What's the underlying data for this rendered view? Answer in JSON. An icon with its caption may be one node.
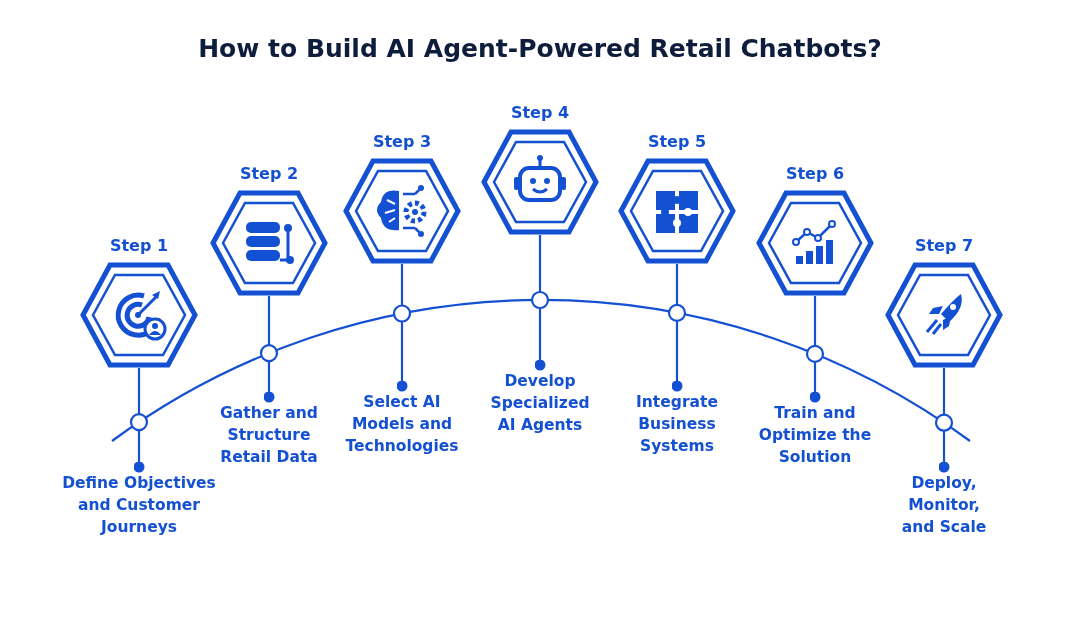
{
  "diagram": {
    "title": "How to Build AI Agent-Powered Retail Chatbots?",
    "nodes": [
      {
        "text": [
          "Step 1"
        ]
      },
      {
        "text": [
          "Define Objectives and Customer Journeys"
        ]
      },
      {
        "text": [
          "Step 2"
        ]
      },
      {
        "text": [
          "Gather and Structure Retail Data"
        ]
      },
      {
        "text": [
          "Step 3"
        ]
      },
      {
        "text": [
          "Select AI Models and Technologies"
        ]
      },
      {
        "text": [
          "Step 4"
        ]
      },
      {
        "text": [
          "Develop Specialized AI Agents"
        ]
      },
      {
        "text": [
          "Step 5"
        ]
      },
      {
        "text": [
          "Integrate Business Systems"
        ]
      },
      {
        "text": [
          "Step 6"
        ]
      },
      {
        "text": [
          "Train and Optimize the Solution"
        ]
      },
      {
        "text": [
          "Step 7"
        ]
      },
      {
        "text": [
          "Deploy, Monitor, and Scale"
        ]
      }
    ],
    "edges": [
      {
        "from": 0,
        "to": 1,
        "arrow": "other"
      },
      {
        "from": 2,
        "to": 3,
        "arrow": "other"
      },
      {
        "from": 4,
        "to": 5,
        "arrow": "other"
      },
      {
        "from": 6,
        "to": 7,
        "arrow": "other"
      },
      {
        "from": 8,
        "to": 9,
        "arrow": "other"
      },
      {
        "from": 10,
        "to": 11,
        "arrow": "other"
      },
      {
        "from": 12,
        "to": 13,
        "arrow": "other"
      }
    ]
  }
}
